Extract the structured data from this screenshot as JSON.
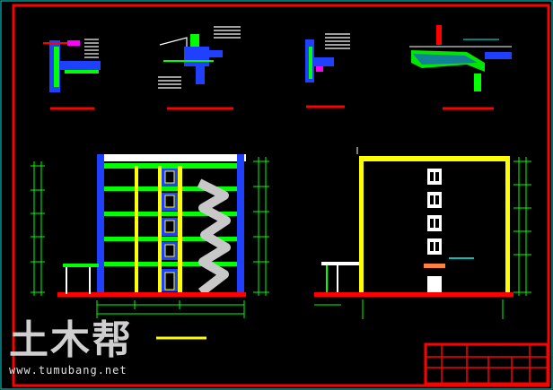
{
  "watermark": {
    "cn": "土木帮",
    "url": "www.tumubang.net"
  },
  "colors": {
    "frame": "#ff0000",
    "border": "#00e0e0",
    "yellow": "#ffff00",
    "green": "#00ff00",
    "blue": "#2040ff",
    "white": "#ffffff",
    "cyan": "#00ffff",
    "magenta": "#ff00ff"
  },
  "details": [
    "detail-1",
    "detail-2",
    "detail-3",
    "detail-4"
  ],
  "sections": [
    "section-left",
    "section-right"
  ]
}
